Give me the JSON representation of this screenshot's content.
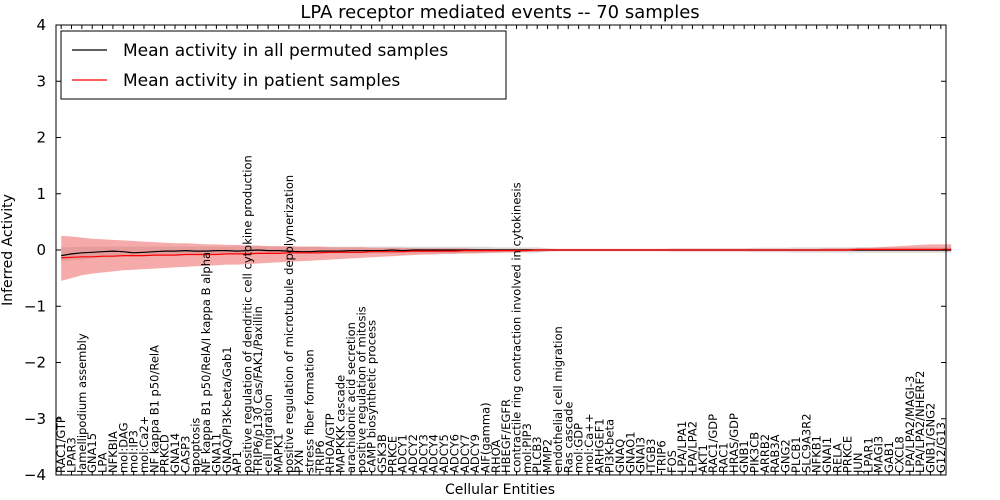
{
  "chart_data": {
    "type": "line",
    "title": "LPA receptor mediated events -- 70 samples",
    "xlabel": "Cellular Entities",
    "ylabel": "Inferred Activity",
    "ylim": [
      -4,
      4
    ],
    "yticks": [
      -4,
      -3,
      -2,
      -1,
      0,
      1,
      2,
      3,
      4
    ],
    "grid": false,
    "legend_position": "top-left",
    "categories": [
      "RAC1/GTP",
      "LPAR3",
      "lamellipodium assembly",
      "GNA15",
      "LPA",
      "NFKBIA",
      "mol:DAG",
      "mol:IP3",
      "mol:Ca2+",
      "NF kappa B1 p50/RelA",
      "PRKCD",
      "GNA14",
      "CASP3",
      "apoptosis",
      "NF kappa B1 p50/RelA/I kappa B alpha",
      "GNA11",
      "GNAQ/PI3K-beta/Gab1",
      "AP1",
      "positive regulation of dendritic cell cytokine production",
      "TRIP6/p130 Cas/FAK1/Paxillin",
      "cell migration",
      "MAPK1",
      "positive regulation of microtubule depolymerization",
      "PXN",
      "stress fiber formation",
      "TRIP6",
      "RHOA/GTP",
      "MAPKKK cascade",
      "arachidonic acid secretion",
      "positive regulation of mitosis",
      "cAMP biosynthetic process",
      "GSK3B",
      "PRKCE",
      "ADCY1",
      "ADCY2",
      "ADCY3",
      "ADCY4",
      "ADCY5",
      "ADCY6",
      "ADCY7",
      "ADCY9",
      "AIF(gamma)",
      "RHOA",
      "HBEGF/EGFR",
      "contractile ring contraction involved in cytokinesis",
      "mol:PIP3",
      "PLCB3",
      "MMP2",
      "endothelial cell migration",
      "Ras cascade",
      "mol:GDP",
      "mol:Ca++",
      "ARHGEF1",
      "PI3K-beta",
      "GNAQ",
      "GNAO1",
      "GNAI3",
      "ITGB3",
      "TRIP6",
      "FOS",
      "LPA/LPA1",
      "LPA/LPA2",
      "AKT1",
      "RAC1/GDP",
      "RAC1",
      "HRAS/GDP",
      "GNB1",
      "PIK3CB",
      "ARRB2",
      "RAB3A",
      "GNG2",
      "PLCB1",
      "SLC9A3R2",
      "NFKB1",
      "GNAI1",
      "RELA",
      "PRKCE",
      "JUN",
      "LPAR1",
      "MAGI3",
      "GAB1",
      "CXCL8",
      "LPA/LPA2/MAGI-3",
      "LPA/LPA2/NHERF2",
      "GNB1/GNG2",
      "G12/G13"
    ],
    "series": [
      {
        "name": "Mean activity in all permuted samples",
        "color": "#000000",
        "values": [
          -0.1,
          -0.07,
          -0.05,
          -0.04,
          -0.03,
          -0.02,
          -0.03,
          -0.05,
          -0.04,
          -0.03,
          -0.02,
          -0.02,
          -0.01,
          -0.02,
          -0.02,
          -0.01,
          -0.01,
          -0.02,
          -0.01,
          0.0,
          -0.01,
          -0.01,
          -0.02,
          -0.03,
          -0.03,
          -0.02,
          -0.02,
          -0.02,
          -0.01,
          -0.01,
          -0.01,
          -0.01,
          0.0,
          -0.01,
          0.0,
          0.0,
          0.0,
          0.0,
          0.0,
          0.0,
          0.0,
          0.0,
          0.0,
          0.0,
          0.0,
          0.0,
          0.0,
          0.0,
          0.0,
          0.0,
          0.0,
          0.0,
          0.0,
          0.0,
          0.0,
          0.0,
          0.0,
          0.0,
          0.0,
          0.0,
          0.0,
          0.0,
          0.0,
          0.0,
          0.0,
          0.0,
          0.0,
          0.0,
          0.0,
          0.0,
          0.0,
          0.0,
          0.0,
          0.0,
          0.0,
          0.0,
          0.0,
          0.0,
          0.0,
          0.0,
          0.0,
          0.0,
          0.0,
          0.0,
          0.0,
          0.0,
          0.0
        ],
        "lower": [
          -0.2,
          -0.18,
          -0.17,
          -0.15,
          -0.14,
          -0.13,
          -0.12,
          -0.12,
          -0.11,
          -0.1,
          -0.1,
          -0.09,
          -0.09,
          -0.09,
          -0.09,
          -0.08,
          -0.08,
          -0.08,
          -0.08,
          -0.07,
          -0.07,
          -0.07,
          -0.07,
          -0.07,
          -0.07,
          -0.07,
          -0.06,
          -0.06,
          -0.06,
          -0.06,
          -0.06,
          -0.06,
          -0.06,
          -0.06,
          -0.06,
          -0.06,
          -0.06,
          -0.06,
          -0.06,
          -0.06,
          -0.06,
          -0.06,
          -0.05,
          -0.05,
          -0.05,
          -0.05,
          -0.05,
          -0.03,
          -0.02,
          -0.02,
          -0.02,
          -0.02,
          -0.02,
          -0.02,
          -0.02,
          -0.02,
          -0.02,
          -0.02,
          -0.02,
          -0.03,
          -0.03,
          -0.03,
          -0.03,
          -0.03,
          -0.03,
          -0.03,
          -0.03,
          -0.04,
          -0.04,
          -0.04,
          -0.04,
          -0.05,
          -0.05,
          -0.05,
          -0.05,
          -0.05,
          -0.05,
          -0.05,
          -0.05,
          -0.05,
          -0.05,
          -0.05,
          -0.05,
          -0.05,
          -0.05,
          -0.05,
          -0.05
        ],
        "upper": [
          0.05,
          0.05,
          0.06,
          0.06,
          0.06,
          0.06,
          0.06,
          0.06,
          0.06,
          0.06,
          0.06,
          0.06,
          0.06,
          0.06,
          0.06,
          0.06,
          0.06,
          0.06,
          0.06,
          0.06,
          0.06,
          0.06,
          0.06,
          0.06,
          0.06,
          0.06,
          0.06,
          0.06,
          0.06,
          0.06,
          0.06,
          0.06,
          0.06,
          0.06,
          0.06,
          0.06,
          0.06,
          0.06,
          0.06,
          0.06,
          0.06,
          0.06,
          0.05,
          0.05,
          0.05,
          0.05,
          0.05,
          0.03,
          0.02,
          0.02,
          0.02,
          0.02,
          0.02,
          0.02,
          0.02,
          0.02,
          0.02,
          0.02,
          0.02,
          0.03,
          0.03,
          0.03,
          0.03,
          0.03,
          0.03,
          0.03,
          0.03,
          0.04,
          0.04,
          0.04,
          0.04,
          0.05,
          0.05,
          0.05,
          0.05,
          0.05,
          0.05,
          0.05,
          0.05,
          0.05,
          0.05,
          0.05,
          0.05,
          0.05,
          0.05,
          0.05,
          0.05
        ]
      },
      {
        "name": "Mean activity in patient samples",
        "color": "#ff0000",
        "band_color": "#ee6666",
        "values": [
          -0.14,
          -0.13,
          -0.12,
          -0.12,
          -0.11,
          -0.11,
          -0.1,
          -0.1,
          -0.1,
          -0.09,
          -0.09,
          -0.09,
          -0.08,
          -0.08,
          -0.08,
          -0.08,
          -0.07,
          -0.07,
          -0.07,
          -0.06,
          -0.06,
          -0.06,
          -0.05,
          -0.05,
          -0.05,
          -0.05,
          -0.04,
          -0.04,
          -0.04,
          -0.04,
          -0.03,
          -0.03,
          -0.03,
          -0.03,
          -0.02,
          -0.02,
          -0.02,
          -0.02,
          -0.02,
          -0.01,
          -0.01,
          -0.01,
          -0.01,
          -0.01,
          -0.01,
          -0.01,
          0.0,
          0.0,
          0.0,
          0.0,
          0.0,
          0.0,
          0.0,
          0.0,
          0.0,
          0.0,
          0.0,
          0.0,
          0.0,
          0.0,
          0.0,
          0.0,
          0.0,
          0.0,
          0.0,
          0.0,
          0.0,
          0.0,
          0.0,
          0.0,
          0.0,
          0.0,
          0.0,
          0.0,
          0.0,
          0.0,
          0.0,
          0.01,
          0.01,
          0.01,
          0.01,
          0.01,
          0.01,
          0.01,
          0.01,
          0.01,
          0.01
        ],
        "lower": [
          -0.55,
          -0.5,
          -0.45,
          -0.42,
          -0.4,
          -0.38,
          -0.36,
          -0.35,
          -0.34,
          -0.33,
          -0.32,
          -0.31,
          -0.3,
          -0.29,
          -0.28,
          -0.27,
          -0.26,
          -0.26,
          -0.25,
          -0.24,
          -0.23,
          -0.22,
          -0.21,
          -0.2,
          -0.19,
          -0.18,
          -0.17,
          -0.16,
          -0.15,
          -0.14,
          -0.13,
          -0.12,
          -0.11,
          -0.1,
          -0.09,
          -0.08,
          -0.08,
          -0.07,
          -0.07,
          -0.06,
          -0.06,
          -0.05,
          -0.05,
          -0.04,
          -0.04,
          -0.03,
          -0.03,
          -0.02,
          -0.02,
          -0.02,
          -0.02,
          -0.02,
          -0.02,
          -0.02,
          -0.02,
          -0.02,
          -0.02,
          -0.02,
          -0.02,
          -0.02,
          -0.02,
          -0.02,
          -0.02,
          -0.02,
          -0.02,
          -0.02,
          -0.02,
          -0.02,
          -0.02,
          -0.02,
          -0.02,
          -0.02,
          -0.02,
          -0.02,
          -0.02,
          -0.02,
          -0.02,
          -0.02,
          -0.02,
          -0.02,
          -0.02,
          -0.02,
          -0.02,
          -0.02,
          -0.02,
          -0.02,
          -0.02
        ],
        "upper": [
          0.25,
          0.24,
          0.22,
          0.2,
          0.19,
          0.18,
          0.17,
          0.16,
          0.15,
          0.14,
          0.13,
          0.12,
          0.12,
          0.11,
          0.1,
          0.1,
          0.09,
          0.09,
          0.08,
          0.08,
          0.07,
          0.07,
          0.07,
          0.06,
          0.06,
          0.06,
          0.05,
          0.05,
          0.05,
          0.05,
          0.04,
          0.04,
          0.04,
          0.04,
          0.03,
          0.03,
          0.03,
          0.03,
          0.03,
          0.03,
          0.02,
          0.02,
          0.02,
          0.02,
          0.02,
          0.02,
          0.02,
          0.02,
          0.02,
          0.02,
          0.02,
          0.02,
          0.02,
          0.02,
          0.02,
          0.02,
          0.02,
          0.02,
          0.02,
          0.02,
          0.02,
          0.02,
          0.02,
          0.02,
          0.02,
          0.02,
          0.02,
          0.02,
          0.02,
          0.02,
          0.02,
          0.02,
          0.02,
          0.02,
          0.03,
          0.03,
          0.03,
          0.04,
          0.04,
          0.05,
          0.06,
          0.07,
          0.08,
          0.09,
          0.1,
          0.1,
          0.1
        ]
      }
    ]
  }
}
